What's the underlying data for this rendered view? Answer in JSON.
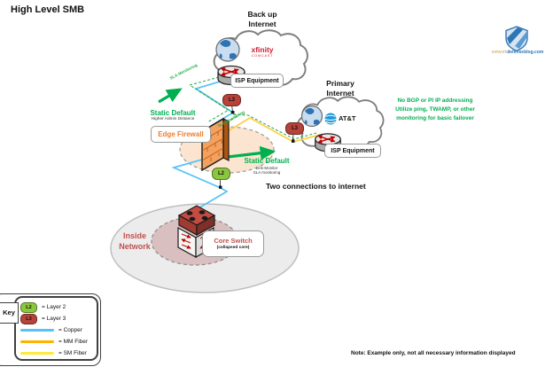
{
  "title": "High Level SMB",
  "logo": {
    "name_light": "network",
    "name_bold": "defenseblog.com"
  },
  "backup": {
    "label1": "Back up",
    "label2": "Internet",
    "provider": "xfinity",
    "provider_sub": "COMCAST",
    "equipment": "ISP Equipment",
    "badge": "L3"
  },
  "primary": {
    "label1": "Primary",
    "label2": "Internet",
    "provider": "AT&T",
    "equipment": "ISP Equipment",
    "badge": "L3"
  },
  "firewall": {
    "label": "Edge Firewall",
    "badge_l2": "L2"
  },
  "route_backup": {
    "title": "Static Default",
    "sub": "Higher Admin Distance"
  },
  "route_primary": {
    "title": "Static Default",
    "sub1": "Link-Monitor",
    "sub2": "SLA monitoring"
  },
  "sla": {
    "label_a": "SLA Monitoring",
    "label_b": "SLA Monitoring"
  },
  "notes": {
    "bgp1": "No BGP or PI IP addressing",
    "bgp2": "Utilize ping, TWAMP, or other",
    "bgp3": "monitoring for basic failover",
    "two_connections": "Two connections to internet",
    "disclaimer": "Note: Example only, not all necessary information displayed"
  },
  "inside": {
    "label1": "Inside",
    "label2": "Network",
    "switch_title": "Core Switch",
    "switch_sub": "(collapsed core)"
  },
  "key": {
    "title": "Key",
    "items": [
      {
        "badge": "L2",
        "label": "= Layer 2"
      },
      {
        "badge": "L3",
        "label": "= Layer 3"
      },
      {
        "label": "= Copper"
      },
      {
        "label": "= MM Fiber"
      },
      {
        "label": "= SM Fiber"
      }
    ]
  },
  "colors": {
    "accent_green": "#00b050",
    "dashed_sla_green": "#2eaf4d",
    "copper_blue": "#56c2f7",
    "mm_fiber_orange": "#ffb300",
    "sm_fiber_yellow": "#ffe93b",
    "attach_gold": "#ffce45",
    "l2_green": "#8cc63f",
    "l3_red": "#b6423a",
    "firewall_orange": "#f2a15e",
    "inside_network_red": "#c0504d",
    "xfinity_red": "#cf2030",
    "logo_blue": "#2e75b6"
  }
}
